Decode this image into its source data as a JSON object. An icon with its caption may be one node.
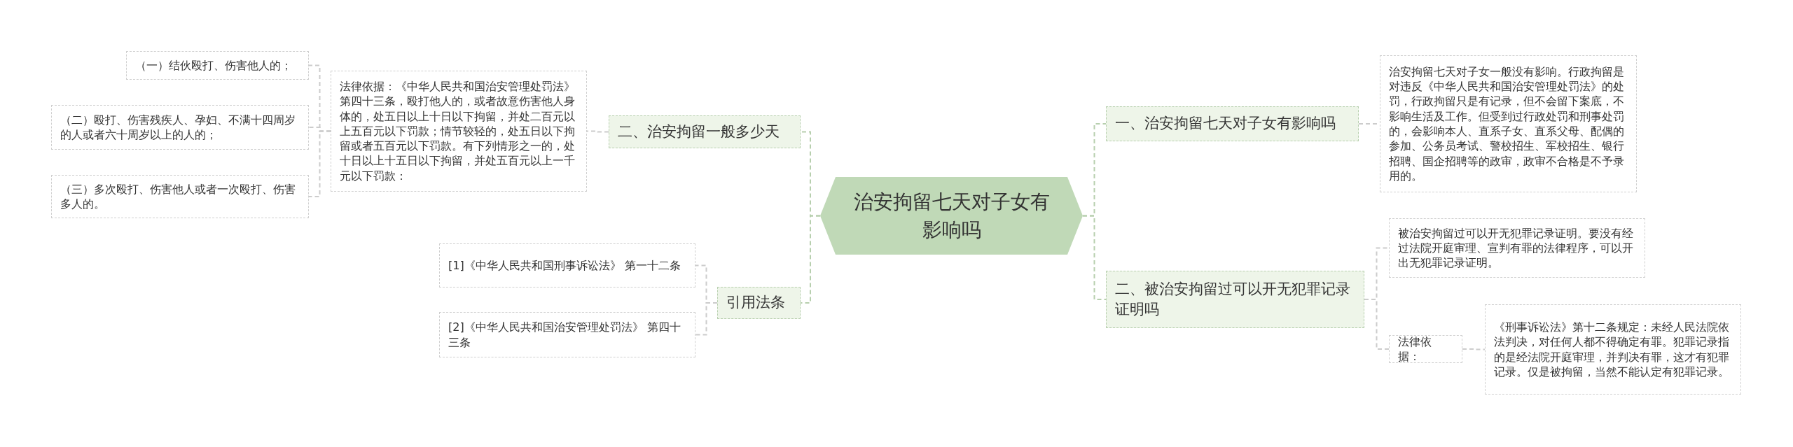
{
  "diagram": {
    "nodes": [
      {
        "text": [
          "治安拘留七天对子女有影响吗"
        ]
      },
      {
        "text": [
          "二、治安拘留一般多少天"
        ]
      },
      {
        "text": [
          "法律依据：《中华人民共和国治安管理处罚法》第四十三条，殴打他人的，或者故意伤害他人身体的，处五日以上十日以下拘留，并处二百元以上五百元以下罚款；情节较轻的，处五日以下拘留或者五百元以下罚款。有下列情形之一的，处十日以上十五日以下拘留，并处五百元以上一千元以下罚款："
        ]
      },
      {
        "text": [
          "（一）结伙殴打、伤害他人的；"
        ]
      },
      {
        "text": [
          "（二）殴打、伤害残疾人、孕妇、不满十四周岁的人或者六十周岁以上的人的；"
        ]
      },
      {
        "text": [
          "（三）多次殴打、伤害他人或者一次殴打、伤害多人的。"
        ]
      },
      {
        "text": [
          "引用法条"
        ]
      },
      {
        "text": [
          "[1]《中华人民共和国刑事诉讼法》 第一十二条"
        ]
      },
      {
        "text": [
          "[2]《中华人民共和国治安管理处罚法》 第四十三条"
        ]
      },
      {
        "text": [
          "一、治安拘留七天对子女有影响吗"
        ]
      },
      {
        "text": [
          "治安拘留七天对子女一般没有影响。行政拘留是对违反《中华人民共和国治安管理处罚法》的处罚，行政拘留只是有记录，但不会留下案底，不影响生活及工作。但受到过行政处罚和刑事处罚的，会影响本人、直系子女、直系父母、配偶的参加、公务员考试、警校招生、军校招生、银行招聘、国企招聘等的政审，政审不合格是不予录用的。"
        ]
      },
      {
        "text": [
          "二、被治安拘留过可以开无犯罪记录证明吗"
        ]
      },
      {
        "text": [
          "被治安拘留过可以开无犯罪记录证明。要没有经过法院开庭审理、宣判有罪的法律程序，可以开出无犯罪记录证明。"
        ]
      },
      {
        "text": [
          "法律依据："
        ]
      },
      {
        "text": [
          "《刑事诉讼法》第十二条规定：未经人民法院依法判决，对任何人都不得确定有罪。犯罪记录指的是经法院开庭审理，并判决有罪，这才有犯罪记录。仅是被拘留，当然不能认定有犯罪记录。"
        ]
      }
    ],
    "edges": [
      {
        "from": 0,
        "to": 1,
        "arrow": "none",
        "style": "dashed",
        "color": "#b7cfae"
      },
      {
        "from": 0,
        "to": 6,
        "arrow": "none",
        "style": "dashed",
        "color": "#b7cfae"
      },
      {
        "from": 0,
        "to": 9,
        "arrow": "none",
        "style": "dashed",
        "color": "#b7cfae"
      },
      {
        "from": 0,
        "to": 11,
        "arrow": "none",
        "style": "dashed",
        "color": "#b7cfae"
      },
      {
        "from": 1,
        "to": 2,
        "arrow": "none",
        "style": "dashed"
      },
      {
        "from": 2,
        "to": 3,
        "arrow": "none",
        "style": "dashed"
      },
      {
        "from": 2,
        "to": 4,
        "arrow": "none",
        "style": "dashed"
      },
      {
        "from": 2,
        "to": 5,
        "arrow": "none",
        "style": "dashed"
      },
      {
        "from": 6,
        "to": 7,
        "arrow": "none",
        "style": "dashed"
      },
      {
        "from": 6,
        "to": 8,
        "arrow": "none",
        "style": "dashed"
      },
      {
        "from": 9,
        "to": 10,
        "arrow": "none",
        "style": "dashed"
      },
      {
        "from": 11,
        "to": 12,
        "arrow": "none",
        "style": "dashed"
      },
      {
        "from": 11,
        "to": 13,
        "arrow": "none",
        "style": "dashed"
      },
      {
        "from": 13,
        "to": 14,
        "arrow": "none",
        "style": "dashed"
      }
    ]
  }
}
